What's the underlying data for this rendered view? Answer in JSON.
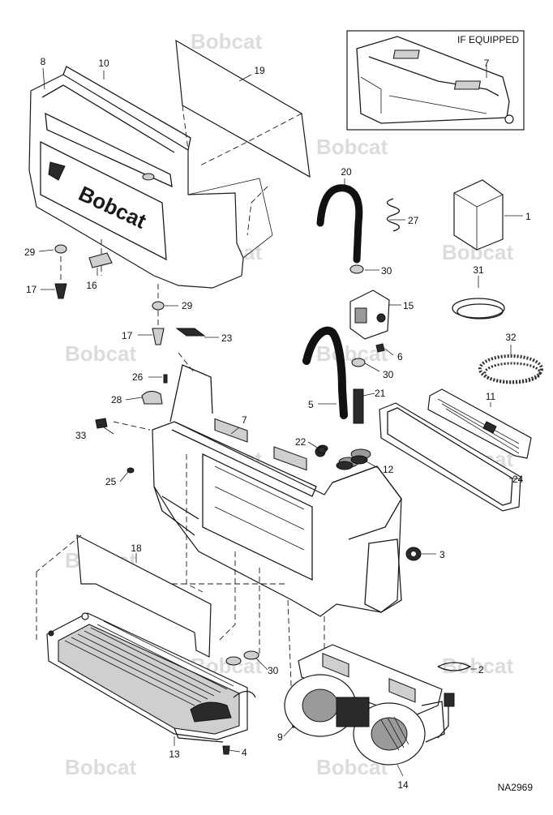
{
  "diagram": {
    "drawing_id": "NA2969",
    "inset_title": "IF EQUIPPED",
    "brand_mark": "Bobcat",
    "part_labels": {
      "p1": "1",
      "p2": "2",
      "p3": "3",
      "p4": "4",
      "p5": "5",
      "p6": "6",
      "p7": "7",
      "p7_inset": "7",
      "p8": "8",
      "p9": "9",
      "p10": "10",
      "p11": "11",
      "p12": "12",
      "p13": "13",
      "p14": "14",
      "p15": "15",
      "p16": "16",
      "p17a": "17",
      "p17b": "17",
      "p18": "18",
      "p19": "19",
      "p20": "20",
      "p21": "21",
      "p22": "22",
      "p23": "23",
      "p24": "24",
      "p25": "25",
      "p26": "26",
      "p27": "27",
      "p28": "28",
      "p29a": "29",
      "p29b": "29",
      "p30a": "30",
      "p30b": "30",
      "p30c": "30",
      "p31": "31",
      "p32": "32",
      "p33": "33"
    }
  }
}
